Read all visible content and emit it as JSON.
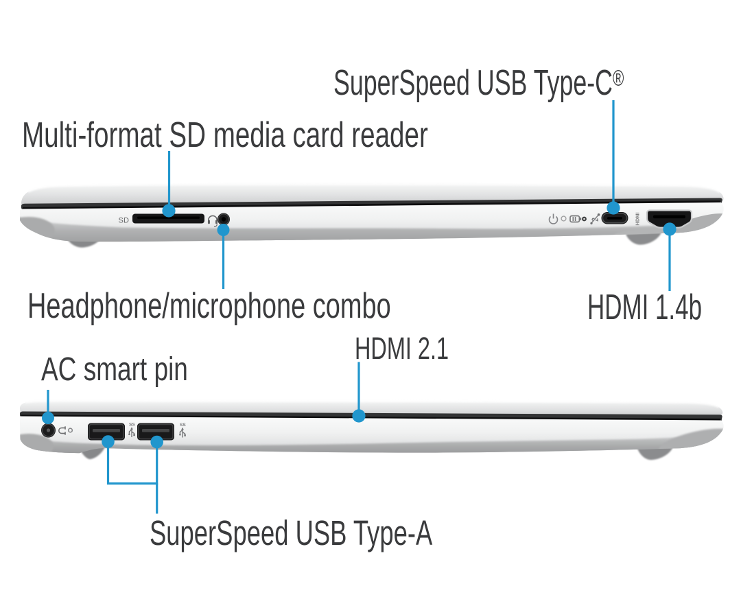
{
  "figure": {
    "type": "product-port-diagram",
    "subject": "laptop side views with labeled ports"
  },
  "colors": {
    "background": "#ffffff",
    "callout_blue": "#2196cd",
    "label_text": "#3a3b3d",
    "port_black": "#141414",
    "body_silver": "#e9eaea"
  },
  "labels": {
    "usb_c": "SuperSpeed USB Type-C®",
    "sd": "Multi-format SD media card reader",
    "headphone": "Headphone/microphone combo",
    "hdmi14": "HDMI 1.4b",
    "hdmi21": "HDMI 2.1",
    "ac": "AC smart pin",
    "usb_a": "SuperSpeed USB Type-A"
  },
  "engravings": {
    "sd_slot": "SD",
    "hdmi_port": "HDMI",
    "usb_ss": "SS"
  },
  "laptops": [
    {
      "view": "right-side",
      "ports": [
        "SD media card reader",
        "headphone/microphone combo jack",
        "power LED",
        "battery LED",
        "USB Type-C",
        "HDMI"
      ]
    },
    {
      "view": "left-side",
      "ports": [
        "AC smart pin",
        "USB Type-A",
        "USB Type-A"
      ]
    }
  ]
}
